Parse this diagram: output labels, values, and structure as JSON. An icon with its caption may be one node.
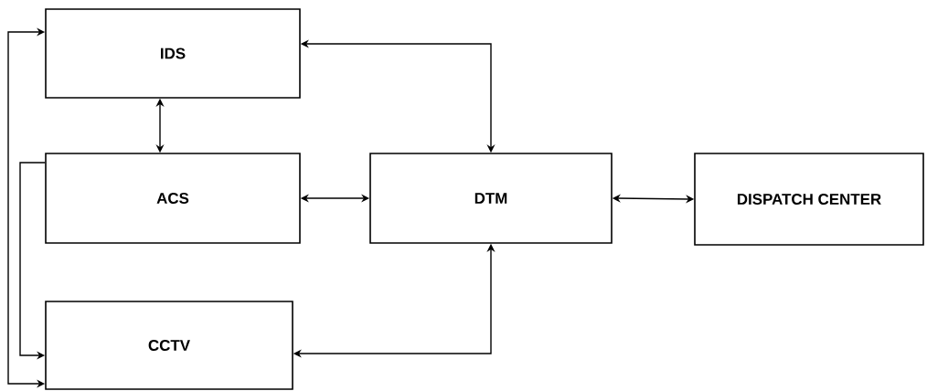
{
  "diagram": {
    "nodes": [
      {
        "text": [
          "IDS"
        ]
      },
      {
        "text": [
          "ACS"
        ]
      },
      {
        "text": [
          "CCTV"
        ]
      },
      {
        "text": [
          "DTM"
        ]
      },
      {
        "text": [
          "DISPATCH CENTER"
        ]
      }
    ],
    "edges": [
      {
        "from": 0,
        "to": 1,
        "arrow": "both"
      },
      {
        "from": 1,
        "to": 3,
        "arrow": "both"
      },
      {
        "from": 3,
        "to": 4,
        "arrow": "both"
      },
      {
        "from": 0,
        "to": 3,
        "arrow": "both"
      },
      {
        "from": 2,
        "to": 3,
        "arrow": "both"
      },
      {
        "from": 1,
        "to": 2,
        "arrow": "to"
      },
      {
        "from": 0,
        "to": 2,
        "arrow": "both"
      }
    ]
  }
}
